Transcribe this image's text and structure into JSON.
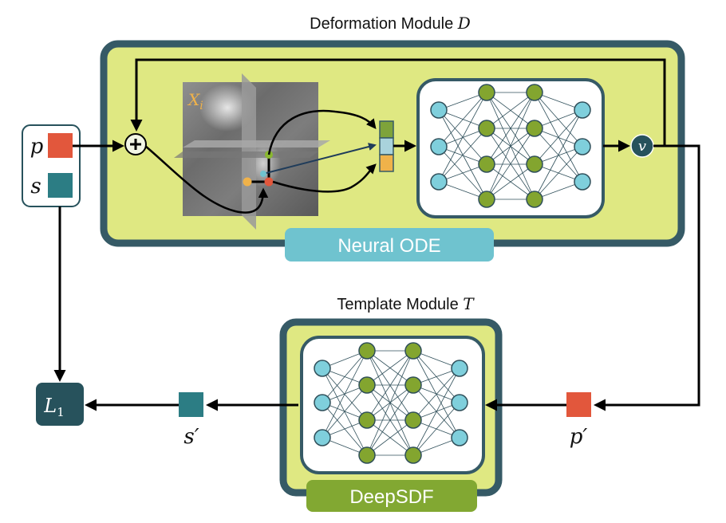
{
  "deformation_module": {
    "title_text": "Deformation Module ",
    "title_symbol": "D",
    "badge": "Neural ODE",
    "volume_label": "X",
    "volume_label_sub": "i",
    "velocity_symbol": "v"
  },
  "template_module": {
    "title_text": "Template Module ",
    "title_symbol": "T",
    "badge": "DeepSDF"
  },
  "inputs": {
    "p_label": "p",
    "s_label": "s"
  },
  "outputs": {
    "p_prime_label": "p′",
    "s_prime_label": "s′",
    "loss_label": "L",
    "loss_sub": "1"
  },
  "colors": {
    "module_border": "#365a66",
    "module_fill": "#dfe882",
    "neural_ode_badge": "#6fc3cf",
    "deepsdf_badge": "#82a832",
    "node_teal": "#7fcfdc",
    "node_green": "#83a52f",
    "p_square": "#e2573c",
    "s_square": "#2c7d84",
    "loss_box": "#27525c",
    "feature_green": "#7ea33a",
    "feature_blue": "#a9d3dc",
    "feature_orange": "#f0b24a"
  }
}
